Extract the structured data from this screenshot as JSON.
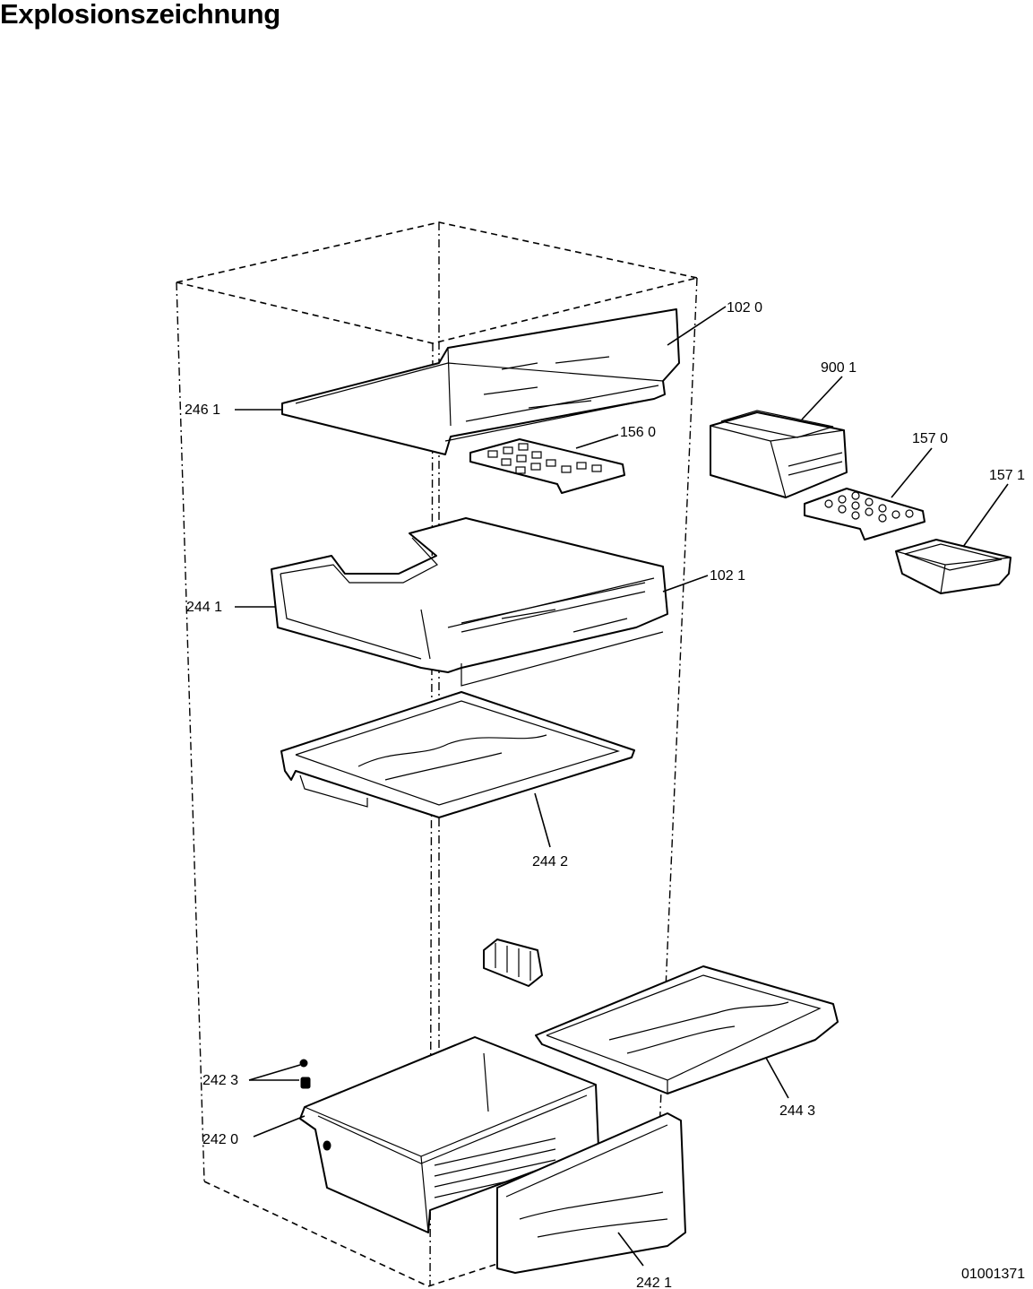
{
  "title": "Explosionszeichnung",
  "doc_number": "01001371",
  "parts": [
    {
      "id": "lbl-1020",
      "label": "102 0"
    },
    {
      "id": "lbl-9001",
      "label": "900 1"
    },
    {
      "id": "lbl-2461",
      "label": "246  1"
    },
    {
      "id": "lbl-1560",
      "label": "156 0"
    },
    {
      "id": "lbl-1570",
      "label": "157 0"
    },
    {
      "id": "lbl-1571",
      "label": "157 1"
    },
    {
      "id": "lbl-2441",
      "label": "244 1"
    },
    {
      "id": "lbl-1021",
      "label": "102 1"
    },
    {
      "id": "lbl-2442",
      "label": "244 2"
    },
    {
      "id": "lbl-2423",
      "label": "242 3"
    },
    {
      "id": "lbl-2420",
      "label": "242  0"
    },
    {
      "id": "lbl-2443",
      "label": "244 3"
    },
    {
      "id": "lbl-2421",
      "label": "242 1"
    }
  ]
}
